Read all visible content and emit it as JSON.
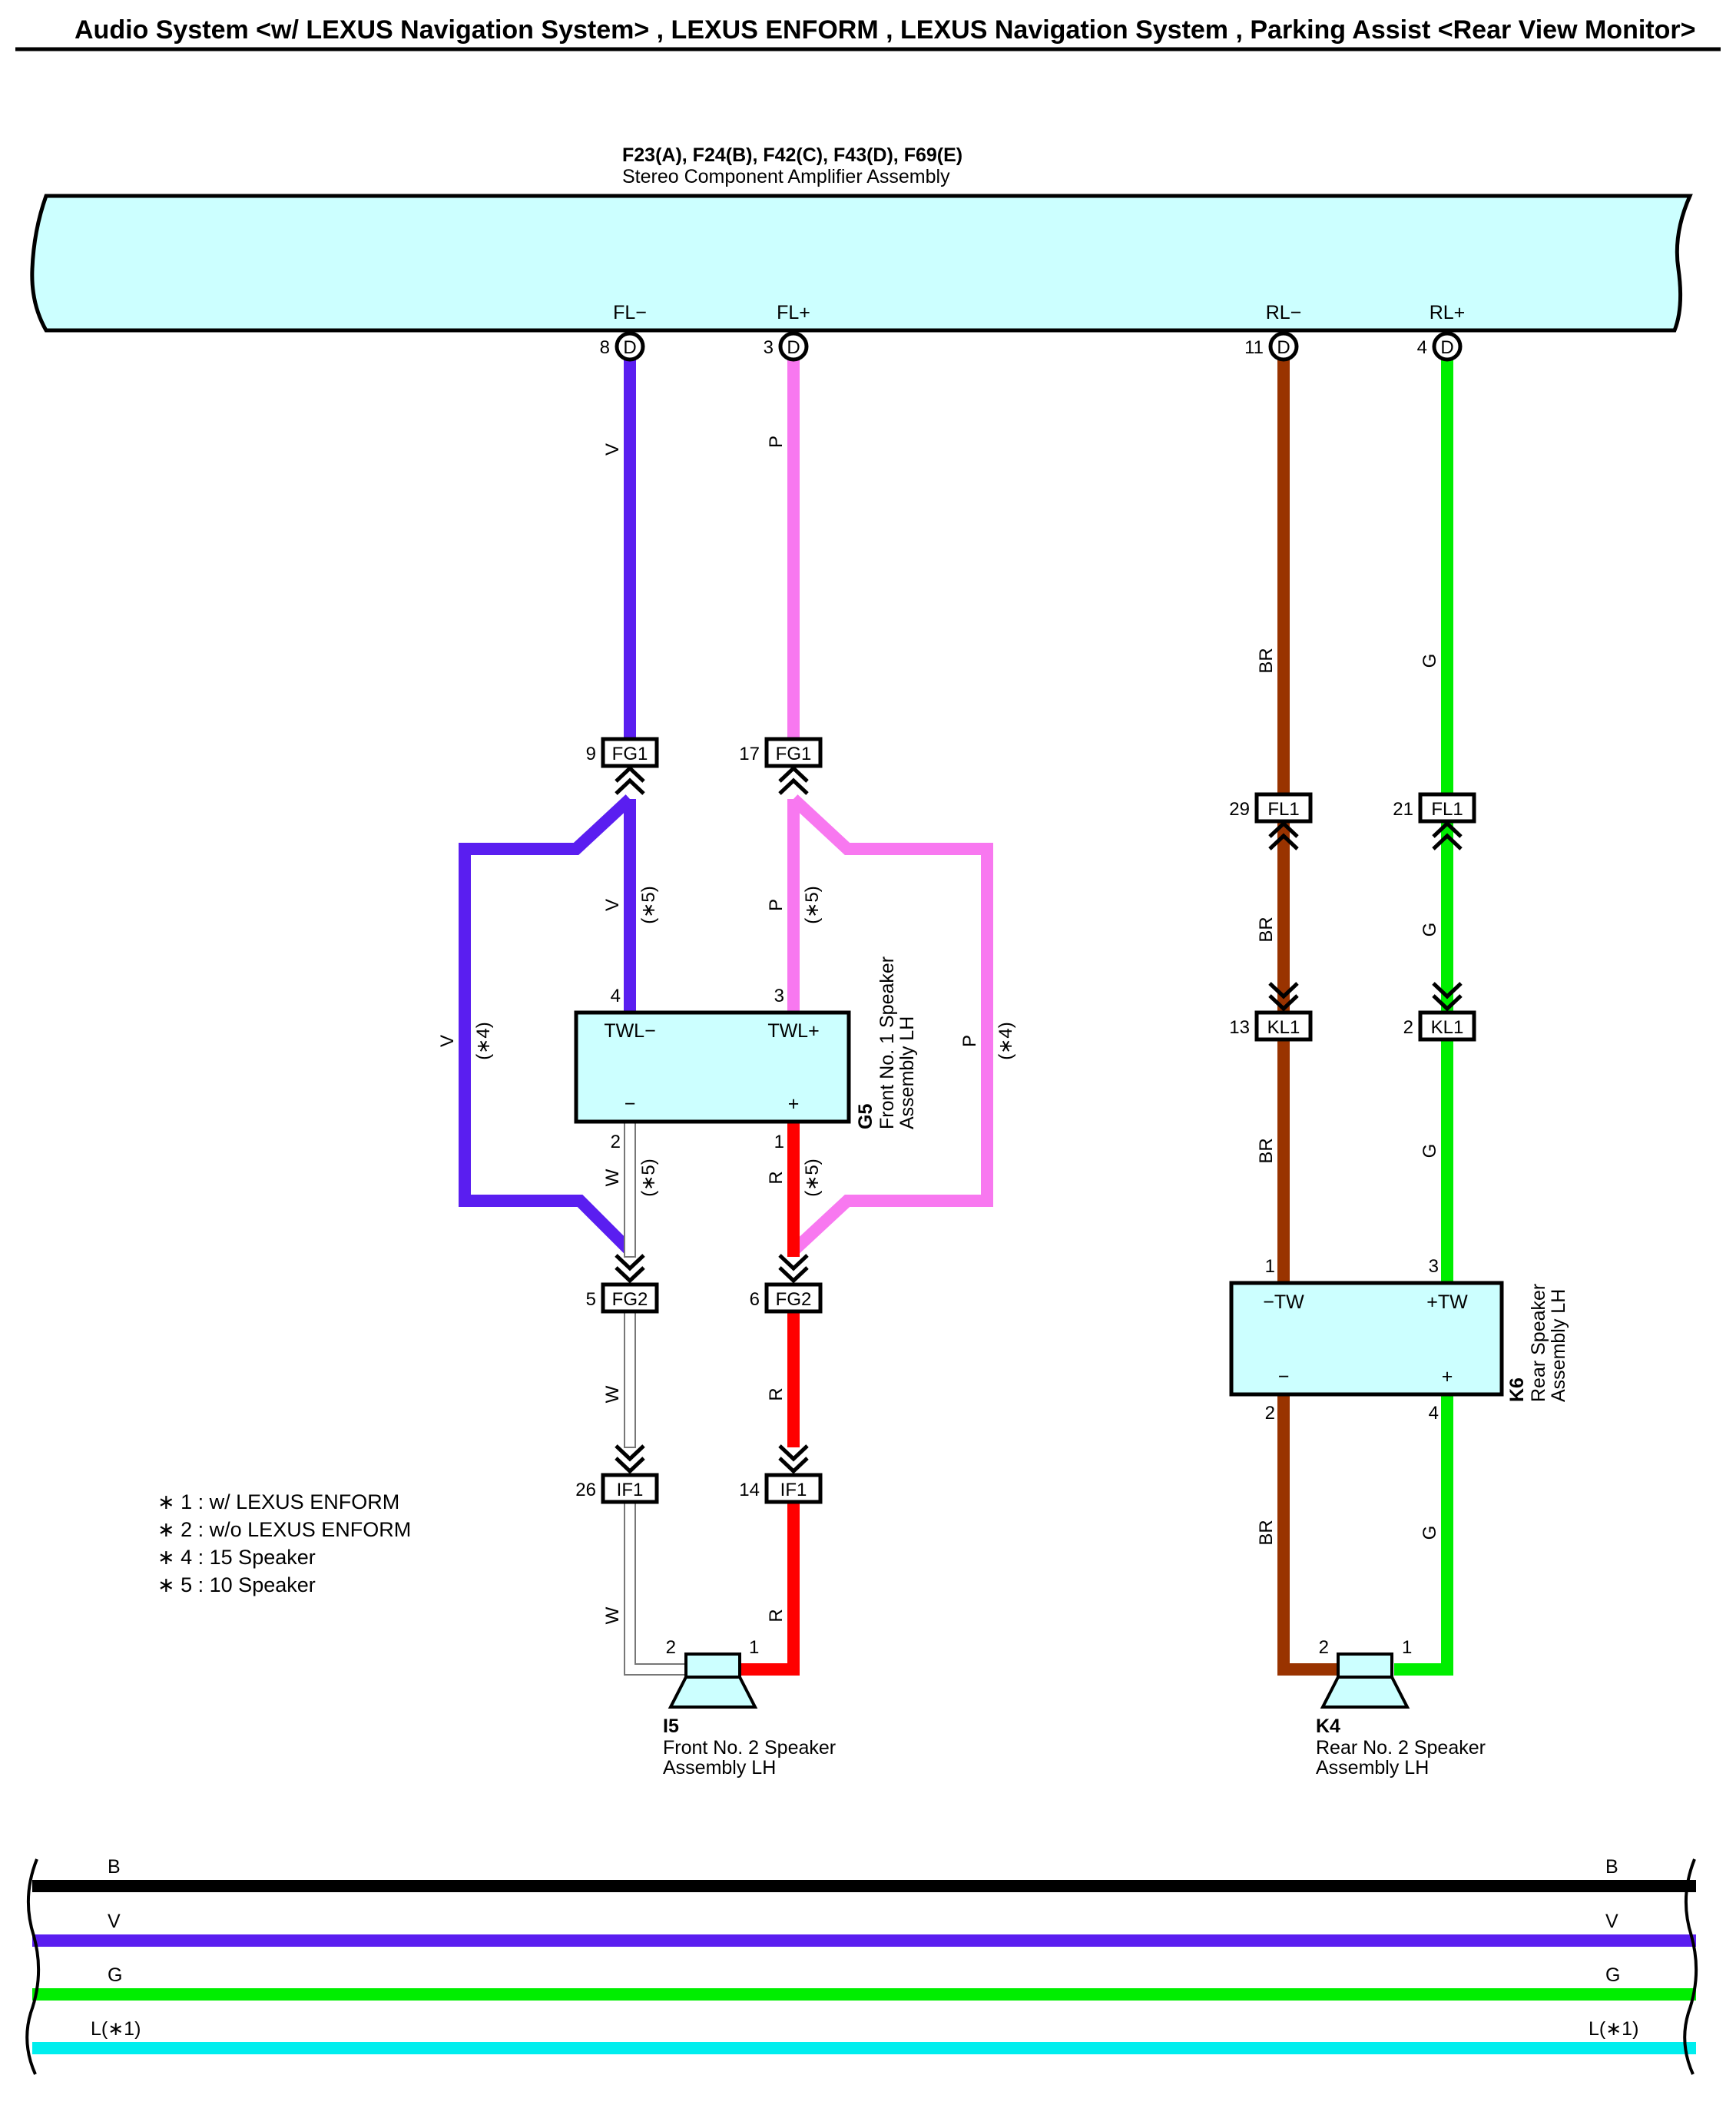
{
  "title": "Audio System <w/ LEXUS Navigation System> , LEXUS ENFORM , LEXUS Navigation System , Parking Assist <Rear View Monitor>",
  "colors": {
    "V": "#5a1ef0",
    "P": "#f878f0",
    "BR": "#993300",
    "G": "#00ee00",
    "W": "#ffffff",
    "R": "#ff0000",
    "B": "#000000",
    "L": "#00eeee",
    "component_fill": "#ccffff"
  },
  "amplifier": {
    "connectors": "F23(A), F24(B), F42(C), F43(D), F69(E)",
    "name": "Stereo Component Amplifier Assembly",
    "terminals": [
      {
        "label": "FL−",
        "pin": "8",
        "conn": "D"
      },
      {
        "label": "FL+",
        "pin": "3",
        "conn": "D"
      },
      {
        "label": "RL−",
        "pin": "11",
        "conn": "D"
      },
      {
        "label": "RL+",
        "pin": "4",
        "conn": "D"
      }
    ]
  },
  "connectors": {
    "fg1_a": {
      "pin": "9",
      "name": "FG1"
    },
    "fg1_b": {
      "pin": "17",
      "name": "FG1"
    },
    "fl1_a": {
      "pin": "29",
      "name": "FL1"
    },
    "fl1_b": {
      "pin": "21",
      "name": "FL1"
    },
    "kl1_a": {
      "pin": "13",
      "name": "KL1"
    },
    "kl1_b": {
      "pin": "2",
      "name": "KL1"
    },
    "fg2_a": {
      "pin": "5",
      "name": "FG2"
    },
    "fg2_b": {
      "pin": "6",
      "name": "FG2"
    },
    "if1_a": {
      "pin": "26",
      "name": "IF1"
    },
    "if1_b": {
      "pin": "14",
      "name": "IF1"
    }
  },
  "g5": {
    "code": "G5",
    "name_line1": "Front No.  1 Speaker",
    "name_line2": "Assembly LH",
    "term_neg": "TWL−",
    "term_pos": "TWL+",
    "minus": "−",
    "plus": "+",
    "pin_top_neg": "4",
    "pin_top_pos": "3",
    "pin_bot_neg": "2",
    "pin_bot_pos": "1"
  },
  "k6": {
    "code": "K6",
    "name_line1": "Rear Speaker",
    "name_line2": "Assembly LH",
    "term_neg": "−TW",
    "term_pos": "+TW",
    "minus": "−",
    "plus": "+",
    "pin_top_neg": "1",
    "pin_top_pos": "3",
    "pin_bot_neg": "2",
    "pin_bot_pos": "4"
  },
  "i5": {
    "code": "I5",
    "name_line1": "Front No.  2 Speaker",
    "name_line2": "Assembly LH",
    "pin_neg": "2",
    "pin_pos": "1"
  },
  "k4": {
    "code": "K4",
    "name_line1": "Rear No.  2 Speaker",
    "name_line2": "Assembly LH",
    "pin_neg": "2",
    "pin_pos": "1"
  },
  "wire_labels": {
    "v": "V",
    "p": "P",
    "br": "BR",
    "g": "G",
    "w": "W",
    "r": "R",
    "star4": "(∗4)",
    "star5": "(∗5)"
  },
  "notes": [
    "∗ 1 : w/ LEXUS ENFORM",
    "∗ 2 : w/o LEXUS ENFORM",
    "∗ 4 : 15 Speaker",
    "∗ 5 : 10 Speaker"
  ],
  "bus_lines": [
    {
      "label": "B",
      "color": "#000000"
    },
    {
      "label": "V",
      "color": "#5a1ef0"
    },
    {
      "label": "G",
      "color": "#00ee00"
    },
    {
      "label": "L(∗1)",
      "color": "#00eeee"
    }
  ]
}
